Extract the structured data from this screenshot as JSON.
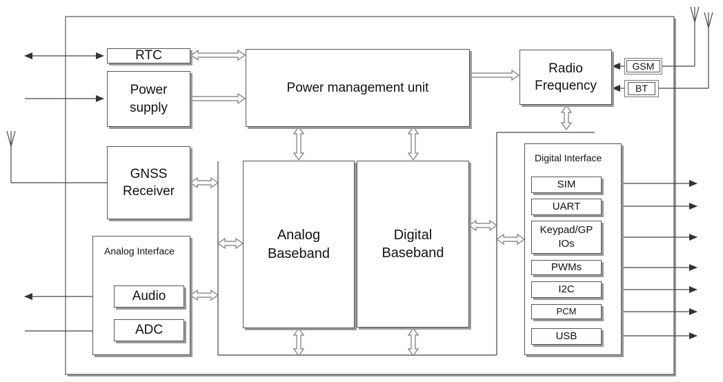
{
  "diagram": {
    "blocks": {
      "rtc": "RTC",
      "power_supply": "Power\nsupply",
      "pmu": "Power management unit",
      "radio_frequency": "Radio\nFrequency",
      "gsm": "GSM",
      "bt": "BT",
      "gnss_receiver": "GNSS\nReceiver",
      "analog_baseband": "Analog\nBaseband",
      "digital_baseband": "Digital\nBaseband",
      "audio": "Audio",
      "adc": "ADC"
    },
    "analog_interface": {
      "title": "Analog Interface"
    },
    "digital_interface": {
      "title": "Digital Interface",
      "items": [
        "SIM",
        "UART",
        "Keypad/GP\nIOs",
        "PWMs",
        "I2C",
        "PCM",
        "USB"
      ]
    },
    "colors": {
      "line": "#444444",
      "border": "#555555",
      "shadow": "#9a9a9a"
    }
  }
}
